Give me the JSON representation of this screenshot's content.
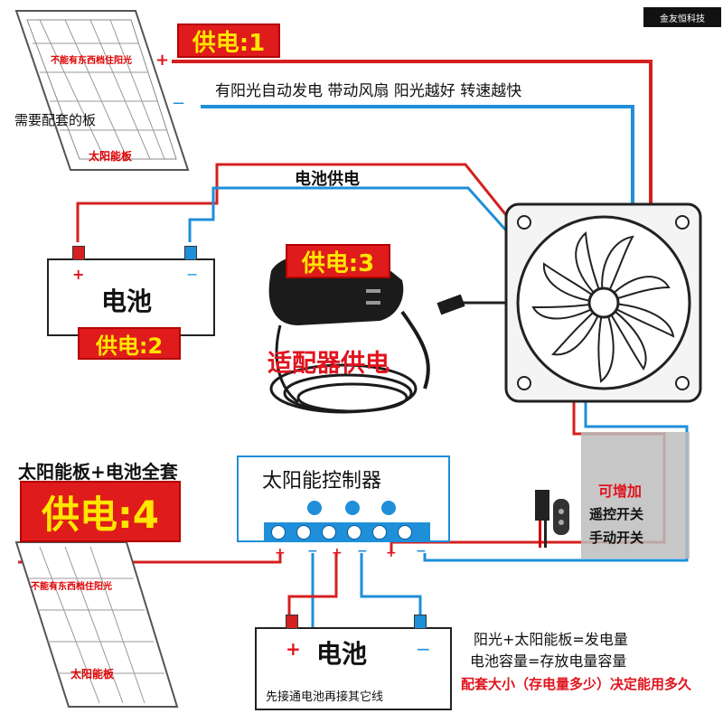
{
  "logo": {
    "text": "金友恒科技"
  },
  "top_panel": {
    "warning": "不能有东西档住阳光",
    "plus": "+",
    "minus": "−",
    "label": "需要配套的板",
    "name": "太阳能板"
  },
  "badges": {
    "supply1": "供电:1",
    "supply2": "供电:2",
    "supply3": "供电:3",
    "supply4": "供电:4"
  },
  "captions": {
    "sun_auto": "有阳光自动发电 带动风扇  阳光越好  转速越快",
    "battery_supply": "电池供电",
    "adapter_supply": "适配器供电",
    "full_set": "太阳能板+电池全套",
    "optional_title": "可增加",
    "optional_remote": "遥控开关",
    "optional_manual": "手动开关"
  },
  "battery_top": {
    "label": "电池",
    "plus": "+",
    "minus": "−"
  },
  "controller": {
    "label": "太阳能控制器",
    "terminal_signs": [
      "+",
      "−",
      "+",
      "−",
      "+",
      "−"
    ]
  },
  "bottom_panel": {
    "warning": "不能有东西档住阳光",
    "name": "太阳能板"
  },
  "battery_bottom": {
    "label": "电池",
    "plus": "+",
    "minus": "−",
    "note": "先接通电池再接其它线"
  },
  "notes": {
    "line1": "阳光+太阳能板=发电量",
    "line2": "电池容量=存放电量容量",
    "line3": "配套大小（存电量多少）决定能用多久"
  },
  "colors": {
    "red_wire": "#d42020",
    "blue_wire": "#1e8fd8",
    "badge_bg": "#e01b1b",
    "badge_text": "#ffe600"
  }
}
